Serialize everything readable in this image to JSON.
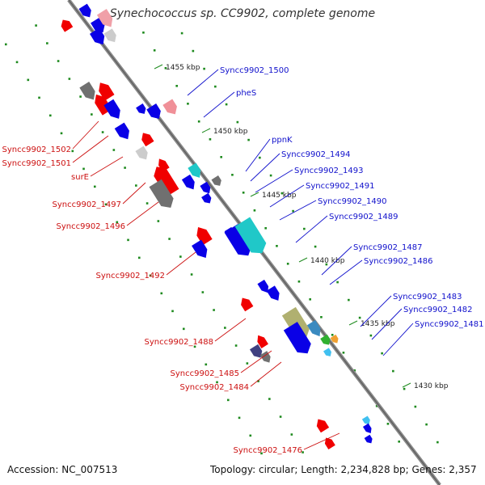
{
  "title": "Synechococcus sp. CC9902, complete genome",
  "accession": "Accession: NC_007513",
  "summary": "Topology: circular; Length: 2,234,828 bp; Genes: 2,357",
  "colors": {
    "forward": "#0a00e6",
    "reverse": "#f00000",
    "backbone": "#888888",
    "ticks": "#1e8a1e",
    "label_forward": "#1010cc",
    "label_reverse": "#cc1010"
  },
  "scale_labels": [
    "1455 kbp",
    "1450 kbp",
    "1445 kbp",
    "1440 kbp",
    "1435 kbp",
    "1430 kbp"
  ],
  "right_labels": [
    "Syncc9902_1500",
    "pheS",
    "ppnK",
    "Syncc9902_1494",
    "Syncc9902_1493",
    "Syncc9902_1491",
    "Syncc9902_1490",
    "Syncc9902_1489",
    "Syncc9902_1487",
    "Syncc9902_1486",
    "Syncc9902_1483",
    "Syncc9902_1482",
    "Syncc9902_1481"
  ],
  "left_labels": [
    "Syncc9902_1502",
    "Syncc9902_1501",
    "surE",
    "Syncc9902_1497",
    "Syncc9902_1496",
    "Syncc9902_1492",
    "Syncc9902_1488",
    "Syncc9902_1485",
    "Syncc9902_1484",
    "Syncc9902_1476"
  ]
}
